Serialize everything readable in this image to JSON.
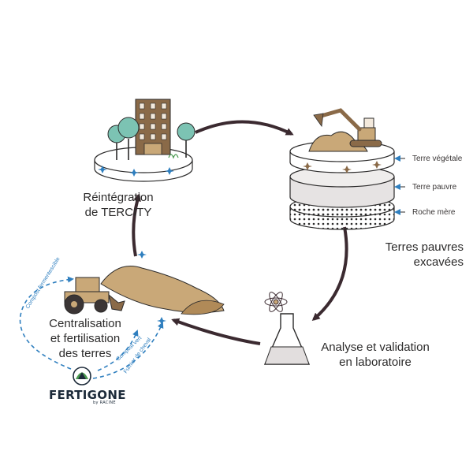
{
  "labels": {
    "reintegration": [
      "Réintégration",
      "de TERCITY"
    ],
    "excavated": [
      "Terres pauvres",
      "excavées"
    ],
    "analysis": [
      "Analyse et validation",
      "en laboratoire"
    ],
    "centralisation": [
      "Centralisation",
      "et fertilisation",
      "des terres"
    ]
  },
  "layers": [
    "Terre végétale",
    "Terre pauvre",
    "Roche mère"
  ],
  "inputs": {
    "compost_fermentescible": "Compost fermentescible",
    "compost_vert": "Compost vert",
    "fumier": "Fumier de cheval"
  },
  "brand": {
    "name": "FERTIGONE",
    "tagline": "by RACINE"
  },
  "colors": {
    "arrow": "#3b2a30",
    "dashed": "#2f7fbf",
    "soil": "#c9a878",
    "wood": "#8a6a48",
    "tree": "#7cc3b3",
    "navy": "#1d2b3a"
  }
}
